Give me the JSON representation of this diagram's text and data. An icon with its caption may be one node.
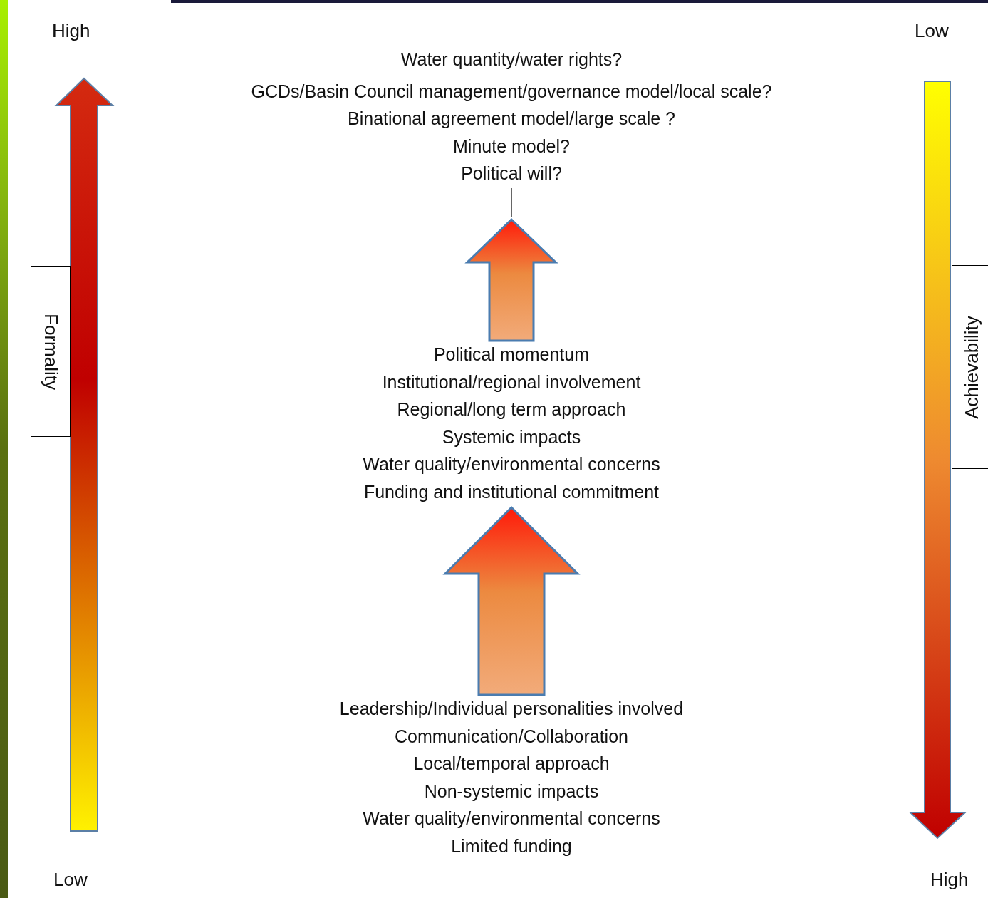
{
  "diagram": {
    "nodes": [
      {
        "text": [
          "Water quantity/water rights?",
          "GCDs/Basin Council management/governance model/local scale?",
          "Binational agreement model/large scale ?",
          "Minute model?",
          "Political will?"
        ]
      },
      {
        "text": [
          "Political momentum",
          "Institutional/regional involvement",
          "Regional/long term approach",
          "Systemic impacts",
          "Water quality/environmental concerns",
          "Funding and institutional commitment"
        ]
      },
      {
        "text": [
          "Leadership/Individual personalities involved",
          "Communication/Collaboration",
          "Local/temporal approach",
          "Non-systemic impacts",
          "Water quality/environmental concerns",
          "Limited funding"
        ]
      },
      {
        "text": [
          "Formality"
        ]
      },
      {
        "text": [
          "Achievability"
        ]
      }
    ],
    "edges": [
      {
        "from": 1,
        "to": 0,
        "arrow": "to"
      },
      {
        "from": 2,
        "to": 1,
        "arrow": "to"
      }
    ],
    "labels": [
      "High",
      "Low",
      "Low",
      "High"
    ]
  }
}
